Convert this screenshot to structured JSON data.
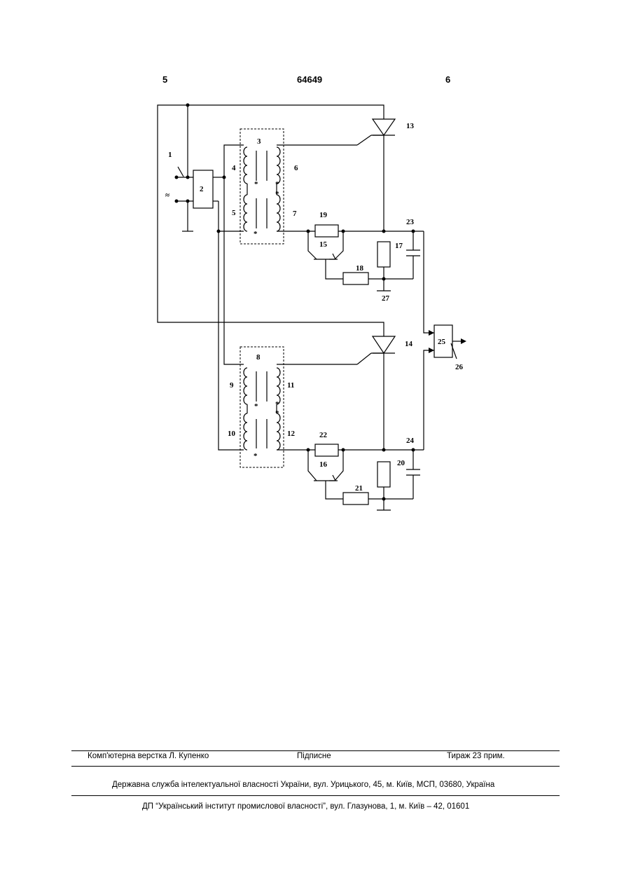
{
  "header": {
    "left_page": "5",
    "patent_number": "64649",
    "right_page": "6"
  },
  "circuit_labels": {
    "n1": "1",
    "n2": "2",
    "n3": "3",
    "n4": "4",
    "n5": "5",
    "n6": "6",
    "n7": "7",
    "n8": "8",
    "n9": "9",
    "n10": "10",
    "n11": "11",
    "n12": "12",
    "n13": "13",
    "n14": "14",
    "n15": "15",
    "n16": "16",
    "n17": "17",
    "n18": "18",
    "n19": "19",
    "n20": "20",
    "n21": "21",
    "n22": "22",
    "n23": "23",
    "n24": "24",
    "n25": "25",
    "n26": "26",
    "n27": "27",
    "ac_symbol": "≈",
    "winding_mark": "*"
  },
  "footer": {
    "layout": "Комп'ютерна верстка Л. Купенко",
    "signed": "Підписне",
    "circulation": "Тираж 23 прим.",
    "office": "Державна служба інтелектуальної власності України, вул. Урицького, 45, м. Київ, МСП, 03680, Україна",
    "institute": "ДП “Український інститут промислової власності”, вул. Глазунова, 1, м. Київ – 42, 01601"
  }
}
